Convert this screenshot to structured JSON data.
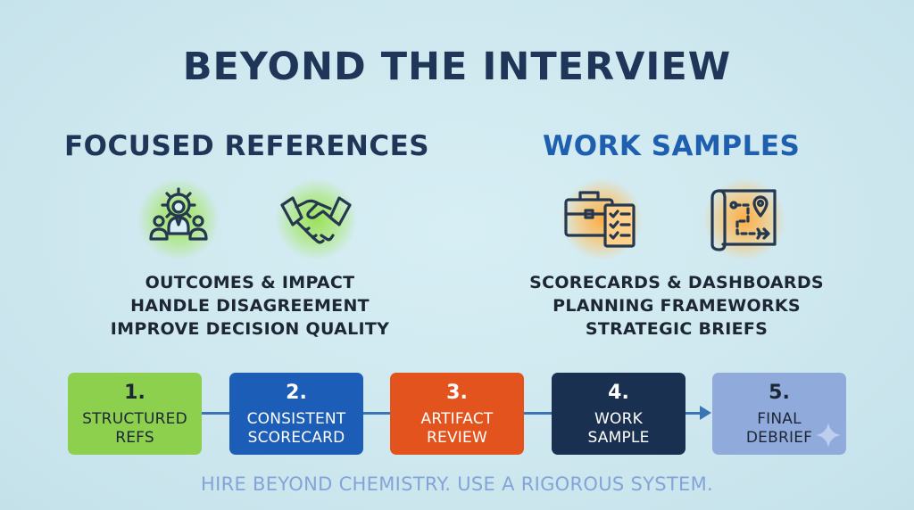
{
  "title": "BEYOND THE INTERVIEW",
  "references": {
    "heading": "FOCUSED REFERENCES",
    "icons": [
      "team-gear-icon",
      "handshake-icon"
    ],
    "items": [
      "OUTCOMES & IMPACT",
      "HANDLE DISAGREEMENT",
      "IMPROVE DECISION QUALITY"
    ],
    "heading_color": "#1f3658",
    "glow_color": "#96e150"
  },
  "work_samples": {
    "heading": "WORK SAMPLES",
    "icons": [
      "briefcase-checklist-icon",
      "route-map-icon"
    ],
    "items": [
      "SCORECARDS & DASHBOARDS",
      "PLANNING FRAMEWORKS",
      "STRATEGIC BRIEFS"
    ],
    "heading_color": "#1f5fb0",
    "glow_color": "#ffaa3c"
  },
  "steps": [
    {
      "number": "1.",
      "line1": "STRUCTURED",
      "line2": "REFS",
      "color": "#8cd04e"
    },
    {
      "number": "2.",
      "line1": "CONSISTENT",
      "line2": "SCORECARD",
      "color": "#1c5db8"
    },
    {
      "number": "3.",
      "line1": "ARTIFACT",
      "line2": "REVIEW",
      "color": "#e2531d"
    },
    {
      "number": "4.",
      "line1": "WORK",
      "line2": "SAMPLE",
      "color": "#1a3050"
    },
    {
      "number": "5.",
      "line1": "FINAL",
      "line2": "DEBRIEF",
      "color": "#90abdb"
    }
  ],
  "footer": "HIRE BEYOND CHEMISTRY. USE A RIGOROUS SYSTEM."
}
